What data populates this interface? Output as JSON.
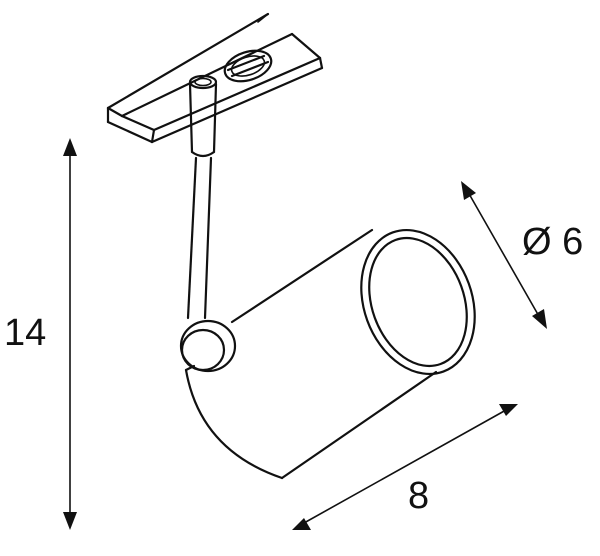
{
  "dimensions": {
    "height_label": "14",
    "diameter_label": "Ø 6",
    "length_label": "8"
  },
  "colors": {
    "line": "#111111",
    "background": "#ffffff"
  }
}
